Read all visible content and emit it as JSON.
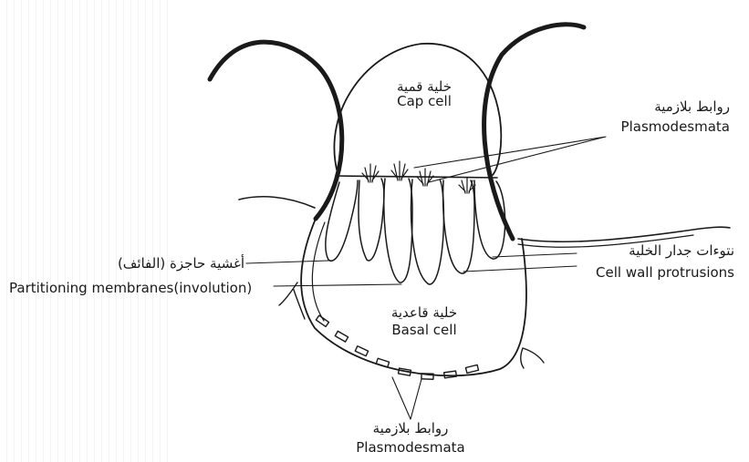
{
  "colors": {
    "stroke": "#1a1a1a",
    "background": "#ffffff",
    "texture": "#f3f3f3"
  },
  "labels": {
    "cap_cell_ar": "خلية قمية",
    "cap_cell_en": "Cap cell",
    "plasmodesmata_top_ar": "روابط بلازمية",
    "plasmodesmata_top_en": "Plasmodesmata",
    "cell_wall_ar": "نتوءات جدار الخلية",
    "cell_wall_en": "Cell wall protrusions",
    "partition_ar": "أغشية حاجزة (الفائف)",
    "partition_en": "Partitioning membranes(involution)",
    "basal_cell_ar": "خلية قاعدية",
    "basal_cell_en": "Basal cell",
    "plasmodesmata_bottom_ar": "روابط بلازمية",
    "plasmodesmata_bottom_en": "Plasmodesmata"
  }
}
